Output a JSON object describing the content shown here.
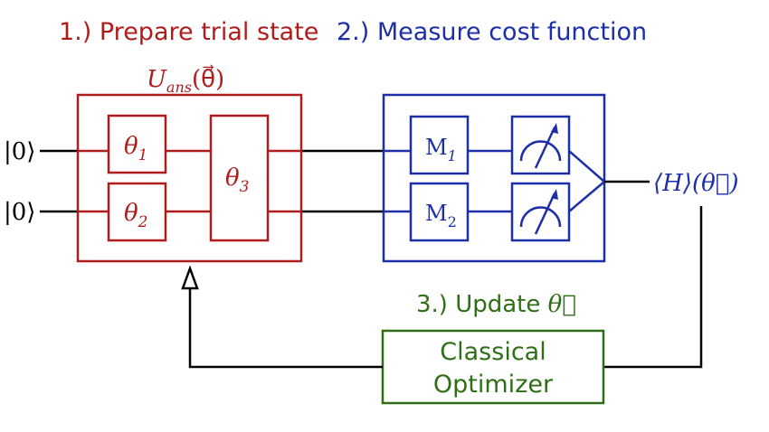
{
  "headers": {
    "step1": "1.) Prepare trial state",
    "step2": "2.) Measure cost function",
    "step3_prefix": "3.) Update ",
    "step3_symbol": "θ⃗"
  },
  "ansatz": {
    "label_main": "U",
    "label_sub": "ans",
    "label_arg": "(θ⃗)"
  },
  "inputs": [
    "|0⟩",
    "|0⟩"
  ],
  "gates": [
    {
      "main": "θ",
      "sub": "1"
    },
    {
      "main": "θ",
      "sub": "2"
    },
    {
      "main": "θ",
      "sub": "3"
    }
  ],
  "measurements": [
    {
      "main": "M",
      "sub": "1"
    },
    {
      "main": "M",
      "sub": "2"
    }
  ],
  "output": "⟨H⟩(θ⃗)",
  "optimizer": {
    "line1": "Classical",
    "line2": "Optimizer"
  },
  "colors": {
    "red": "#b01c1c",
    "blue": "#1c2fa8",
    "green": "#2f6e17",
    "black": "#000000"
  }
}
